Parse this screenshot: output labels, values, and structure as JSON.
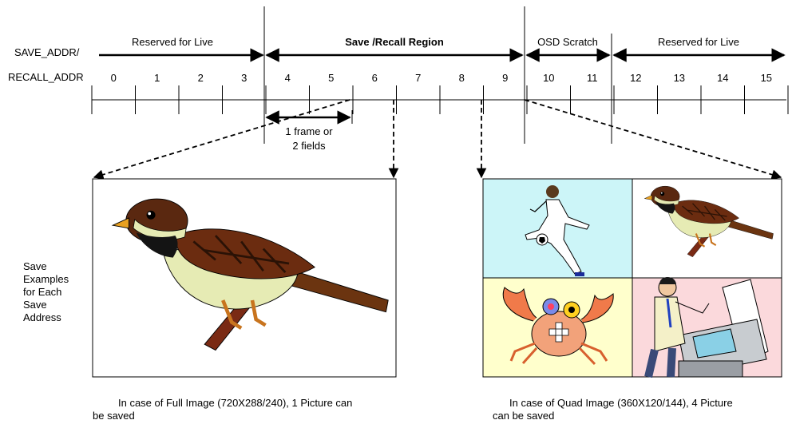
{
  "axis": {
    "label_line1": "SAVE_ADDR/",
    "label_line2": "RECALL_ADDR",
    "addresses": [
      "0",
      "1",
      "2",
      "3",
      "4",
      "5",
      "6",
      "7",
      "8",
      "9",
      "10",
      "11",
      "12",
      "13",
      "14",
      "15"
    ]
  },
  "regions": [
    {
      "label": "Reserved for Live",
      "bold": false
    },
    {
      "label": "Save /Recall Region",
      "bold": true
    },
    {
      "label": "OSD Scratch",
      "bold": false
    },
    {
      "label": "Reserved for Live",
      "bold": false
    }
  ],
  "frame_note": {
    "line1": "1 frame or",
    "line2": "2 fields"
  },
  "side_label": [
    "Save",
    "Examples",
    "for Each",
    "Save",
    "Address"
  ],
  "captions": {
    "full_line1": "In case of Full Image (720X288/240), 1 Picture can",
    "full_line2": "be saved",
    "quad_line1": "In case of Quad Image (360X120/144), 4 Picture",
    "quad_line2": "can be saved"
  },
  "images": {
    "full": "sparrow",
    "quad": [
      "soccer-player",
      "sparrow",
      "crab",
      "man-at-copier"
    ]
  },
  "colors": {
    "quad_top_left": "#ccf5f8",
    "quad_top_right": "#ffffff",
    "quad_bottom_left": "#ffffcc",
    "quad_bottom_right": "#fbd9dc"
  }
}
